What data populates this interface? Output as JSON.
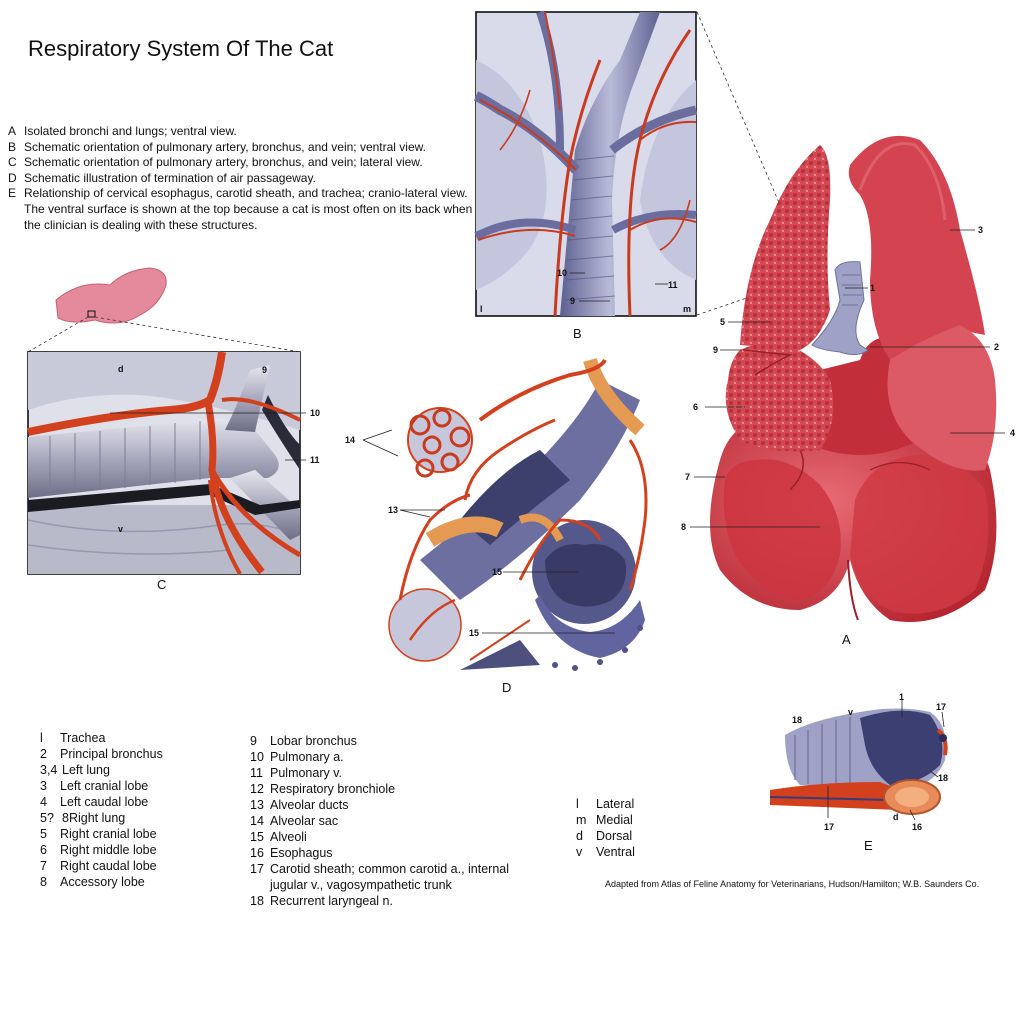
{
  "title": "Respiratory System Of The Cat",
  "descriptions": [
    {
      "key": "A",
      "text": "Isolated bronchi and lungs; ventral view."
    },
    {
      "key": "B",
      "text": "Schematic orientation of pulmonary artery, bronchus, and vein; ventral view."
    },
    {
      "key": "C",
      "text": "Schematic orientation of pulmonary artery, bronchus, and vein; lateral view."
    },
    {
      "key": "D",
      "text": "Schematic illustration of termination of air passageway."
    },
    {
      "key": "E",
      "text": "Relationship of cervical esophagus, carotid sheath, and trachea; cranio-lateral view. The ventral surface is shown at the top because a cat is most often on its back when the clinician is dealing with these structures."
    }
  ],
  "panels": {
    "A": "A",
    "B": "B",
    "C": "C",
    "D": "D",
    "E": "E"
  },
  "legend_col1": [
    {
      "num": "l",
      "text": "Trachea"
    },
    {
      "num": "2",
      "text": "Principal bronchus"
    },
    {
      "num": "3,4",
      "text": "Left lung"
    },
    {
      "num": "3",
      "text": "Left cranial lobe"
    },
    {
      "num": "4",
      "text": "Left caudal lobe"
    },
    {
      "num": "5?",
      "text": "8Right lung"
    },
    {
      "num": "5",
      "text": "Right cranial lobe"
    },
    {
      "num": "6",
      "text": "Right middle lobe"
    },
    {
      "num": "7",
      "text": "Right caudal lobe"
    },
    {
      "num": "8",
      "text": "Accessory lobe"
    }
  ],
  "legend_col2": [
    {
      "num": "9",
      "text": "Lobar bronchus"
    },
    {
      "num": "10",
      "text": "Pulmonary a."
    },
    {
      "num": "11",
      "text": "Pulmonary v."
    },
    {
      "num": "12",
      "text": "Respiratory bronchiole"
    },
    {
      "num": "13",
      "text": "Alveolar ducts"
    },
    {
      "num": "14",
      "text": "Alveolar sac"
    },
    {
      "num": "15",
      "text": "Alveoli"
    },
    {
      "num": "16",
      "text": "Esophagus"
    },
    {
      "num": "17",
      "text": "Carotid sheath; common carotid a., internal jugular v., vagosympathetic trunk"
    },
    {
      "num": "18",
      "text": "Recurrent laryngeal n."
    }
  ],
  "legend_col3": [
    {
      "num": "l",
      "text": "Lateral"
    },
    {
      "num": "m",
      "text": "Medial"
    },
    {
      "num": "d",
      "text": "Dorsal"
    },
    {
      "num": "v",
      "text": "Ventral"
    }
  ],
  "credit": "Adapted from Atlas of Feline Anatomy for Veterinarians, Hudson/Hamilton; W.B. Saunders Co.",
  "labels": {
    "A": {
      "n1": "1",
      "n2": "2",
      "n3": "3",
      "n4": "4",
      "n5": "5",
      "n6": "6",
      "n7": "7",
      "n8": "8",
      "n9": "9"
    },
    "B": {
      "n10": "10",
      "n9": "9",
      "n11": "11",
      "l": "l",
      "m": "m"
    },
    "C": {
      "d": "d",
      "n9": "9",
      "n10": "10",
      "n11": "11",
      "v": "v"
    },
    "D": {
      "n14": "14",
      "n13": "13",
      "n15a": "15",
      "n15b": "15"
    },
    "E": {
      "n18a": "18",
      "v": "v",
      "n1": "1",
      "n17a": "17",
      "n18b": "18",
      "n17b": "17",
      "d": "d",
      "n16": "16"
    }
  },
  "colors": {
    "lung": "#d9414d",
    "lung_dark": "#a8222e",
    "lung_light": "#e8707a",
    "artery": "#d2401e",
    "bronchus": "#8c90b8",
    "tissue": "#c9c9dc",
    "muscle": "#e49a52"
  }
}
